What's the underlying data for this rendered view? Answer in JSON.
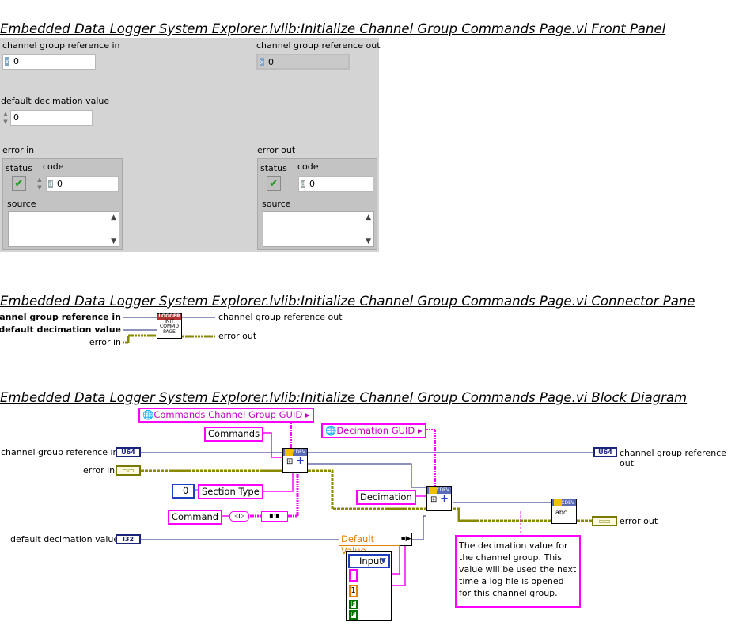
{
  "front_panel": {
    "title": "Embedded Data Logger System Explorer.lvlib:Initialize Channel Group Commands Page.vi Front Panel",
    "channel_group_reference_in": {
      "label": "channel group reference in",
      "value": "0"
    },
    "channel_group_reference_out": {
      "label": "channel group reference out",
      "value": "0"
    },
    "default_decimation_value": {
      "label": "default decimation value",
      "value": "0"
    },
    "error_in": {
      "label": "error in",
      "status_label": "status",
      "code_label": "code",
      "code_value": "0",
      "source_label": "source"
    },
    "error_out": {
      "label": "error out",
      "status_label": "status",
      "code_label": "code",
      "code_value": "0",
      "source_label": "source"
    }
  },
  "connector_pane": {
    "title": "Embedded Data Logger System Explorer.lvlib:Initialize Channel Group Commands Page.vi Connector Pane",
    "inputs": [
      "channel group reference in",
      "default decimation value",
      "error in"
    ],
    "outputs": [
      "channel group reference out",
      "error out"
    ],
    "icon_lines": [
      "LOGGER",
      "INIT",
      "COMMD",
      "PAGE"
    ]
  },
  "block_diagram": {
    "title": "Embedded Data Logger System Explorer.lvlib:Initialize Channel Group Commands Page.vi Block Diagram",
    "commands_guid": "Commands Channel Group GUID",
    "commands_const": "Commands",
    "section_type_num": "0",
    "section_type": "Section Type",
    "command_const": "Command",
    "decimation_guid": "Decimation GUID",
    "decimation_const": "Decimation",
    "default_value": "Default Value",
    "enum_input": "Input",
    "const_one": "1",
    "bool_f": "F",
    "terminal_u64": "U64",
    "terminal_i32": "I32",
    "subvi_tag": "CDEV",
    "subvi_abc": "abc",
    "labels": {
      "chan_in": "channel group reference in",
      "chan_out": "channel group reference out",
      "error_in": "error in",
      "error_out": "error out",
      "default_dec": "default decimation value"
    },
    "comment": "The decimation value for the channel group. This value will be used the next time a log file is opened for this channel group."
  }
}
